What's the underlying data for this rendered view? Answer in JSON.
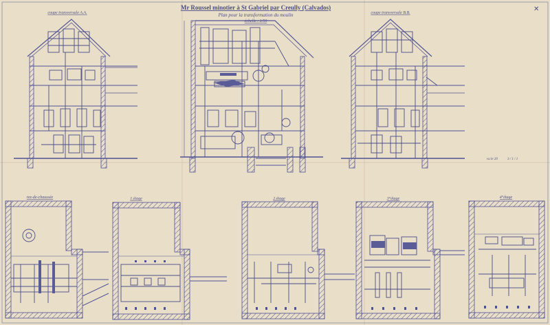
{
  "header": {
    "title": "Mr Roussel minotier à St Gabriel par Creully (Calvados)",
    "subtitle": "Plan pour la transformation du moulin",
    "scale": "échelle : 1/50"
  },
  "sections": {
    "left": "coupe transversale A.A.",
    "right": "coupe transversale B.B."
  },
  "floors": [
    {
      "label": "rez-de-chaussée"
    },
    {
      "label": "1.étage"
    },
    {
      "label": "2.étage"
    },
    {
      "label": "3°étage"
    },
    {
      "label": "4°étage"
    }
  ],
  "annotation": {
    "line1": "vu le 20",
    "line2": "3 / 1 / 1",
    "line3": "",
    "line4": ""
  },
  "colors": {
    "paper": "#e9dfc8",
    "ink": "#505296"
  }
}
